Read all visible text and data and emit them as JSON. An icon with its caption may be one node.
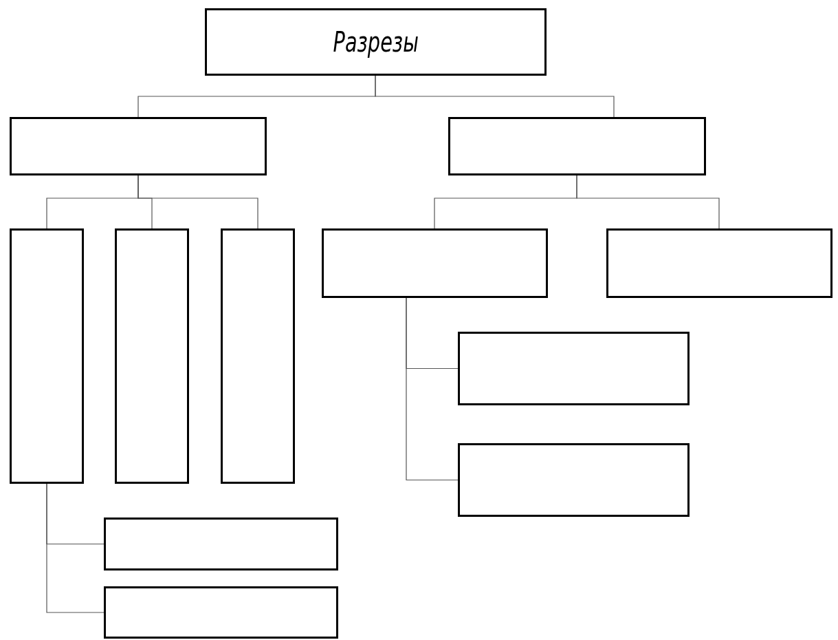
{
  "diagram": {
    "nodes": [
      {
        "text": [
          "Разрезы"
        ]
      },
      {
        "text": [],
        "shape": "box"
      },
      {
        "text": [],
        "shape": "box"
      },
      {
        "text": [],
        "shape": "box"
      },
      {
        "text": [],
        "shape": "box"
      },
      {
        "text": [],
        "shape": "box"
      },
      {
        "text": [],
        "shape": "box"
      },
      {
        "text": [],
        "shape": "box"
      },
      {
        "text": [],
        "shape": "box"
      },
      {
        "text": [],
        "shape": "box"
      },
      {
        "text": [],
        "shape": "box"
      },
      {
        "text": [],
        "shape": "box"
      }
    ],
    "edges": [
      {
        "from": 0,
        "to": 1,
        "arrow": "none"
      },
      {
        "from": 0,
        "to": 2,
        "arrow": "none"
      },
      {
        "from": 1,
        "to": 3,
        "arrow": "none"
      },
      {
        "from": 1,
        "to": 4,
        "arrow": "none"
      },
      {
        "from": 1,
        "to": 5,
        "arrow": "none"
      },
      {
        "from": 2,
        "to": 6,
        "arrow": "none"
      },
      {
        "from": 2,
        "to": 7,
        "arrow": "none"
      },
      {
        "from": 6,
        "to": 8,
        "arrow": "none"
      },
      {
        "from": 6,
        "to": 9,
        "arrow": "none"
      },
      {
        "from": 3,
        "to": 10,
        "arrow": "none"
      },
      {
        "from": 3,
        "to": 11,
        "arrow": "none"
      }
    ]
  }
}
